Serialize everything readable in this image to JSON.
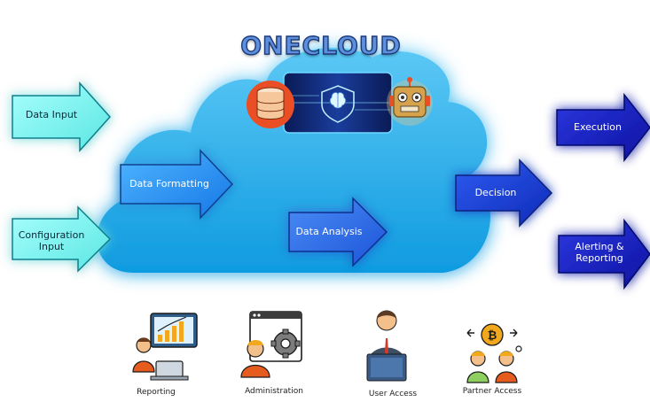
{
  "title": "ONECLOUD",
  "inputs": {
    "data_input": "Data Input",
    "configuration_input": [
      "Configuration",
      "Input"
    ]
  },
  "cloud_steps": {
    "data_formatting": "Data Formatting",
    "data_analysis": "Data Analysis",
    "decision": "Decision"
  },
  "outputs": {
    "execution": "Execution",
    "alerting_reporting": [
      "Alerting &",
      "Reporting"
    ]
  },
  "bottom_icons": [
    {
      "icon": "reporting-dashboard-icon",
      "label": "Reporting"
    },
    {
      "icon": "administration-settings-icon",
      "label": "Administration"
    },
    {
      "icon": "user-laptop-icon",
      "label": "User Access"
    },
    {
      "icon": "partner-bitcoin-icon",
      "label": "Partner Access"
    }
  ],
  "colors": {
    "cloud": "#19a7e6",
    "input_arrow": "#7ff3f0",
    "formatting_arrow": "#1f8ef0",
    "analysis_arrow": "#2a6fe8",
    "decision_arrow": "#1a3fd6",
    "output_arrow": "#1d1dc0",
    "glow": "#6fd8ff"
  }
}
